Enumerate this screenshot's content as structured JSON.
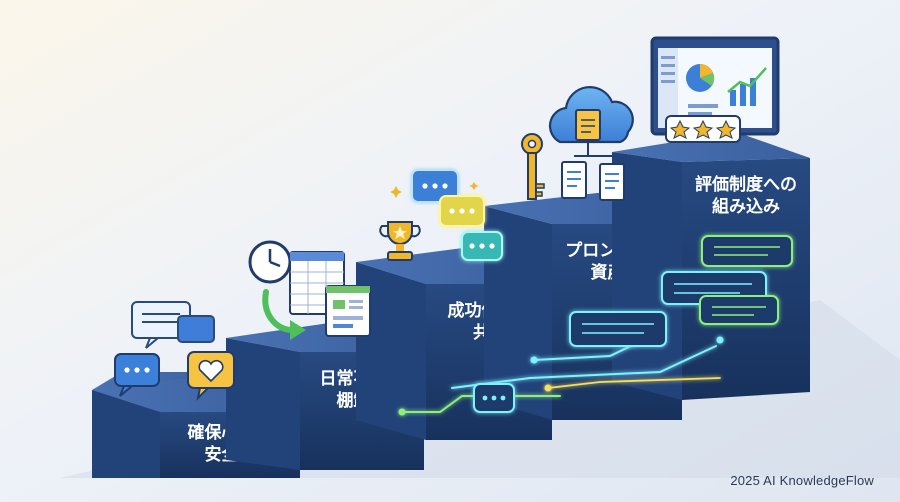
{
  "steps": [
    {
      "line1": "確保心理的",
      "line2": "安全性"
    },
    {
      "line1": "日常不便の",
      "line2": "棚卸し"
    },
    {
      "line1": "成功体験の",
      "line2": "共有"
    },
    {
      "line1": "プロンプトの",
      "line2": "資産化"
    },
    {
      "line1": "評価制度への",
      "line2": "組み込み"
    }
  ],
  "watermark": "2025 AI KnowledgeFlow",
  "colors": {
    "step_front": "#1f3c6d",
    "step_top": "#3d63a3",
    "step_side": "#2c4f8a",
    "accent_glow": "#7ef3ff",
    "accent_green": "#8cf07a",
    "gold": "#f2b62b"
  }
}
